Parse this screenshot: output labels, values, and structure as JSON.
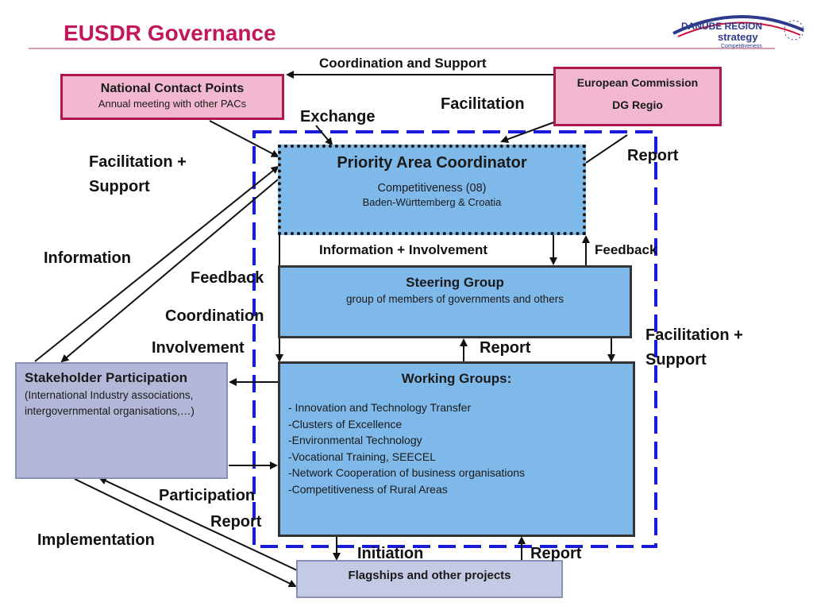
{
  "title": "EUSDR Governance",
  "logo": {
    "line1": "DANUBE REGION",
    "line2": "strategy",
    "line3": "Competitiveness",
    "colors": {
      "navy": "#2e3a8c",
      "red": "#d0103a"
    }
  },
  "boxes": {
    "ncp": {
      "title": "National Contact Points",
      "sub": "Annual meeting with other PACs"
    },
    "ec": {
      "title": "European Commission",
      "sub": "DG Regio"
    },
    "pac": {
      "title": "Priority Area Coordinator",
      "sub1": "Competitiveness (08)",
      "sub2": "Baden-Württemberg & Croatia"
    },
    "steering": {
      "title": "Steering Group",
      "sub": "group of members of governments and others"
    },
    "working": {
      "title": "Working Groups:",
      "items": [
        "- Innovation and Technology Transfer",
        "-Clusters of Excellence",
        "-Environmental Technology",
        "-Vocational Training, SEECEL",
        "-Network Cooperation of business organisations",
        "-Competitiveness of Rural Areas"
      ]
    },
    "stakeholder": {
      "title": "Stakeholder Participation",
      "sub": "(International Industry associations, intergovernmental organisations,…)"
    },
    "flagships": {
      "title": "Flagships and other projects"
    }
  },
  "labels": {
    "coord_support": "Coordination and Support",
    "facilitation": "Facilitation",
    "exchange": "Exchange",
    "report_top": "Report",
    "facil_support_left_1": "Facilitation +",
    "facil_support_left_2": "Support",
    "information": "Information",
    "info_involvement": "Information + Involvement",
    "feedback_right": "Feedback",
    "feedback_left": "Feedback",
    "coordination": "Coordination",
    "involvement": "Involvement",
    "report_mid": "Report",
    "facil_support_right_1": "Facilitation +",
    "facil_support_right_2": "Support",
    "participation": "Participation",
    "report_left": "Report",
    "implementation": "Implementation",
    "initiation": "Initiation",
    "report_bottom": "Report"
  },
  "colors": {
    "title": "#c2185b",
    "pink_fill": "#f2b8d0",
    "pink_border": "#b0174f",
    "blue_fill": "#7fb9ea",
    "gray_fill": "#b3b8d9",
    "dashed_frame": "#1a1adc"
  }
}
